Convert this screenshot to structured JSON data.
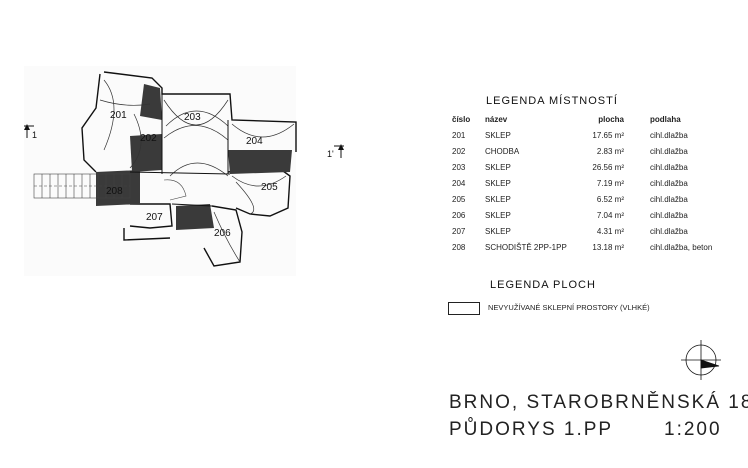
{
  "legend_rooms": {
    "title": "LEGENDA MÍSTNOSTÍ",
    "headers": {
      "no": "číslo",
      "name": "název",
      "area": "plocha",
      "floor": "podlaha"
    },
    "rows": [
      {
        "no": "201",
        "name": "SKLEP",
        "area": "17.65 m²",
        "floor": "cihl.dlažba"
      },
      {
        "no": "202",
        "name": "CHODBA",
        "area": "2.83 m²",
        "floor": "cihl.dlažba"
      },
      {
        "no": "203",
        "name": "SKLEP",
        "area": "26.56 m²",
        "floor": "cihl.dlažba"
      },
      {
        "no": "204",
        "name": "SKLEP",
        "area": "7.19 m²",
        "floor": "cihl.dlažba"
      },
      {
        "no": "205",
        "name": "SKLEP",
        "area": "6.52 m²",
        "floor": "cihl.dlažba"
      },
      {
        "no": "206",
        "name": "SKLEP",
        "area": "7.04 m²",
        "floor": "cihl.dlažba"
      },
      {
        "no": "207",
        "name": "SKLEP",
        "area": "4.31 m²",
        "floor": "cihl.dlažba"
      },
      {
        "no": "208",
        "name": "SCHODIŠTĚ 2PP-1PP",
        "area": "13.18 m²",
        "floor": "cihl.dlažba, beton"
      }
    ]
  },
  "legend_areas": {
    "title": "LEGENDA PLOCH",
    "items": [
      {
        "label": "NEVYUŽÍVANÉ SKLEPNÍ PROSTORY (VLHKÉ)"
      }
    ]
  },
  "plan": {
    "rooms": [
      "201",
      "202",
      "203",
      "204",
      "205",
      "206",
      "207",
      "208"
    ],
    "section_left": "1",
    "section_right": "1'"
  },
  "title_block": {
    "location": "BRNO, STAROBRNĚNSKÁ 18",
    "drawing": "PŮDORYS 1.PP",
    "scale": "1:200"
  }
}
